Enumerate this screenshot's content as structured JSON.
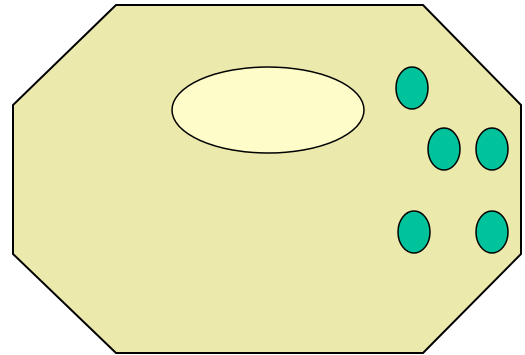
{
  "diagram": {
    "shape_count": {
      "octagon": 1,
      "large_ellipse": 1,
      "small_ellipses": 5
    },
    "colors": {
      "octagon_fill": "#ece9ac",
      "large_ellipse_fill": "#fefdc9",
      "small_ellipse_fill": "#00c39b",
      "stroke": "#000000",
      "background": "#ffffff"
    }
  }
}
